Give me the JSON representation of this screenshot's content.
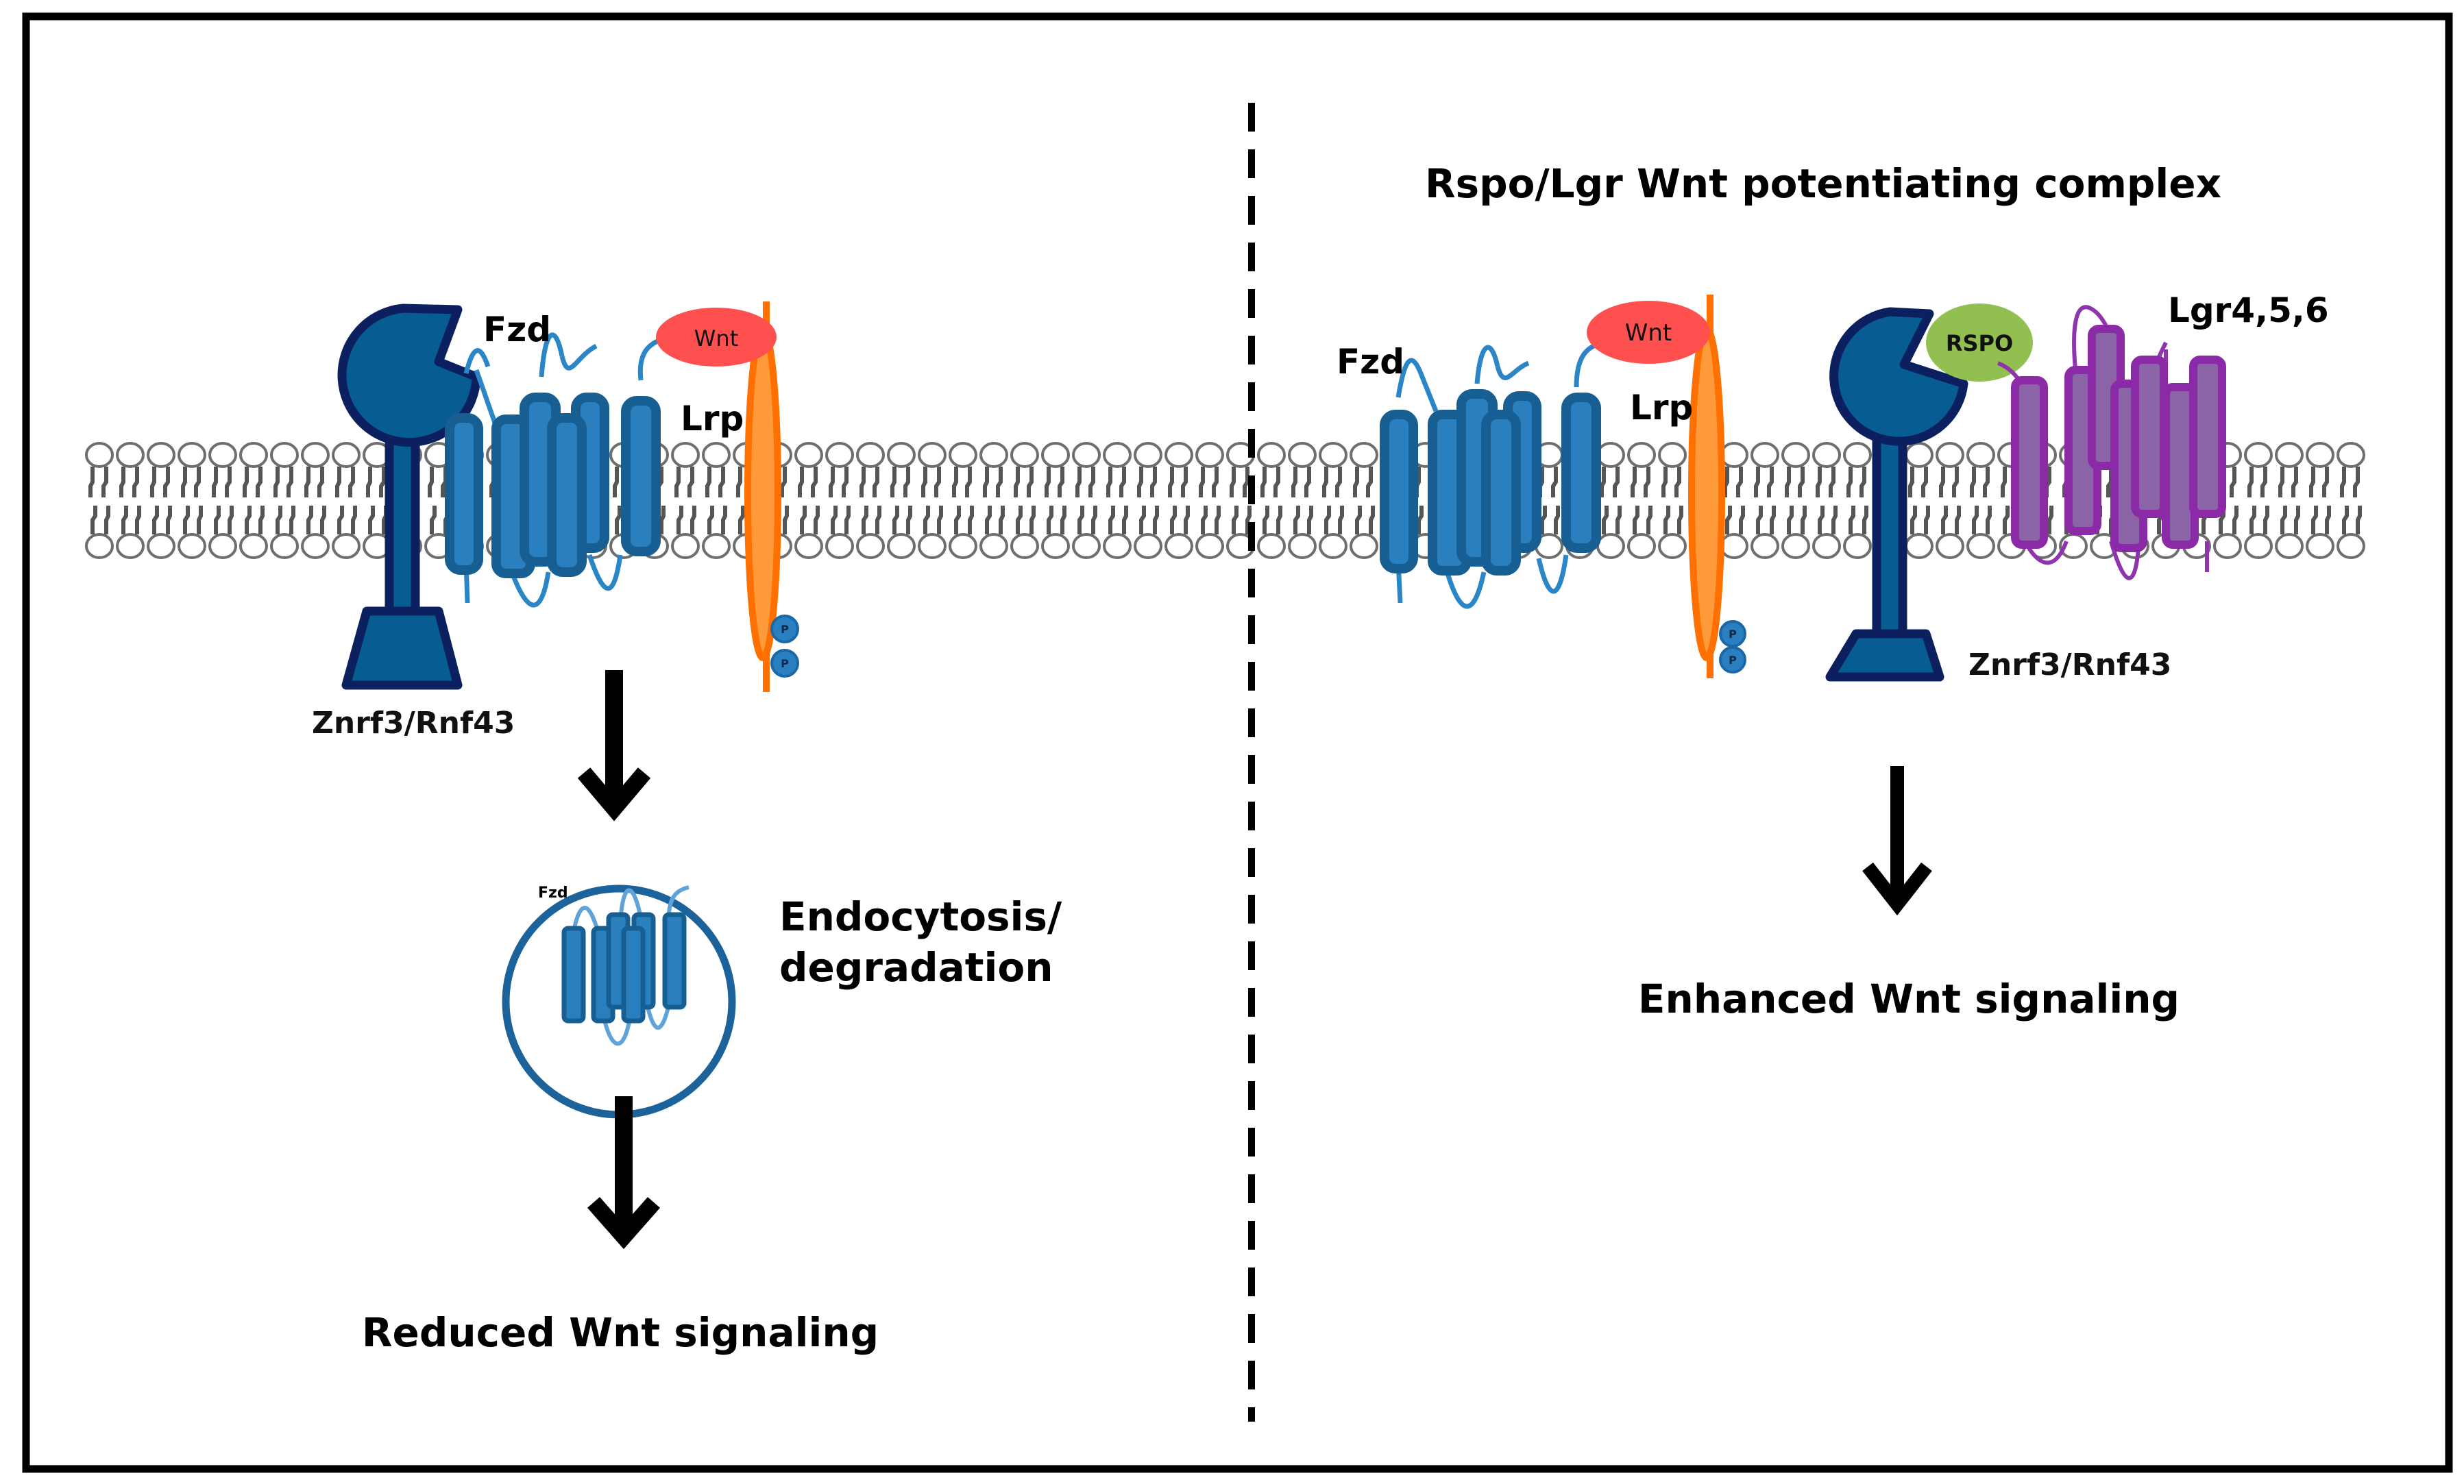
{
  "figure": {
    "left_panel": {
      "labels": {
        "fzd": "Fzd",
        "wnt": "Wnt",
        "lrp": "Lrp",
        "e3_ligase": "Znrf3/Rnf43",
        "endosome_fzd": "Fzd",
        "endocytosis_line1": "Endocytosis/",
        "endocytosis_line2": "degradation",
        "outcome": "Reduced Wnt signaling"
      },
      "phospho_labels": [
        "P",
        "P"
      ]
    },
    "right_panel": {
      "title": "Rspo/Lgr Wnt potentiating complex",
      "labels": {
        "fzd": "Fzd",
        "wnt": "Wnt",
        "lrp": "Lrp",
        "rspo": "RSPO",
        "lgr": "Lgr4,5,6",
        "e3_ligase": "Znrf3/Rnf43",
        "outcome": "Enhanced Wnt signaling"
      },
      "phospho_labels": [
        "P",
        "P"
      ]
    },
    "colors": {
      "fzd_blue": "#2a80bf",
      "fzd_outline": "#175f93",
      "e3_fill": "#075c92",
      "e3_outline": "#0c2060",
      "wnt_red": "#ff5050",
      "lrp_orange": "#ff7000",
      "rspo_green": "#92c050",
      "lgr_purple": "#8b64a8",
      "lgr_outline": "#8a2aa6"
    }
  }
}
